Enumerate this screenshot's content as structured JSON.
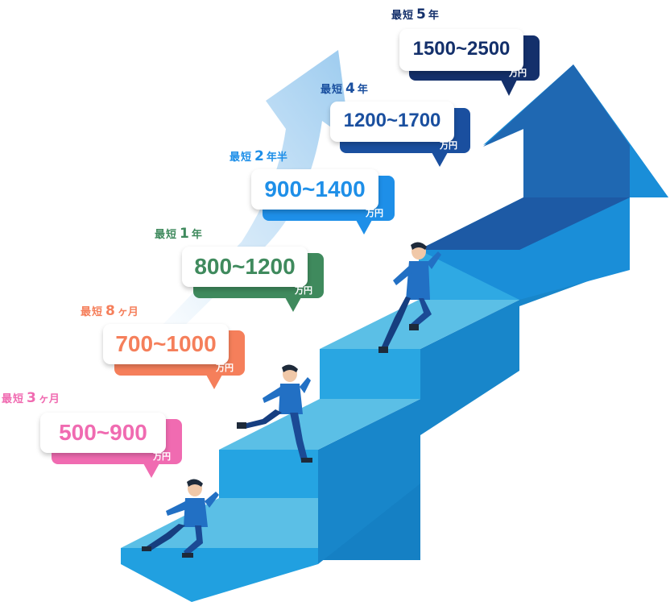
{
  "steps": [
    {
      "prefix": "最短",
      "num": "3",
      "suffix": "ヶ月",
      "range": "500~900",
      "unit": "万円",
      "color": "#f06bb1"
    },
    {
      "prefix": "最短",
      "num": "8",
      "suffix": "ヶ月",
      "range": "700~1000",
      "unit": "万円",
      "color": "#f57f5b"
    },
    {
      "prefix": "最短",
      "num": "1",
      "suffix": "年",
      "range": "800~1200",
      "unit": "万円",
      "color": "#3f8a5d"
    },
    {
      "prefix": "最短",
      "num": "2",
      "suffix": "年半",
      "range": "900~1400",
      "unit": "万円",
      "color": "#1e8fe8"
    },
    {
      "prefix": "最短",
      "num": "4",
      "suffix": "年",
      "range": "1200~1700",
      "unit": "万円",
      "color": "#1a4f9f"
    },
    {
      "prefix": "最短",
      "num": "5",
      "suffix": "年",
      "range": "1500~2500",
      "unit": "万円",
      "color": "#14306b"
    }
  ],
  "colors": {
    "stairs_top": "#5bbfe6",
    "stairs_front": "#21a0e0",
    "stairs_side": "#1580c4",
    "arrow_top": "#1f68b2",
    "arrow_side": "#1a8ed8",
    "suit": "#2270c4",
    "trail": "#a8d3f2"
  }
}
